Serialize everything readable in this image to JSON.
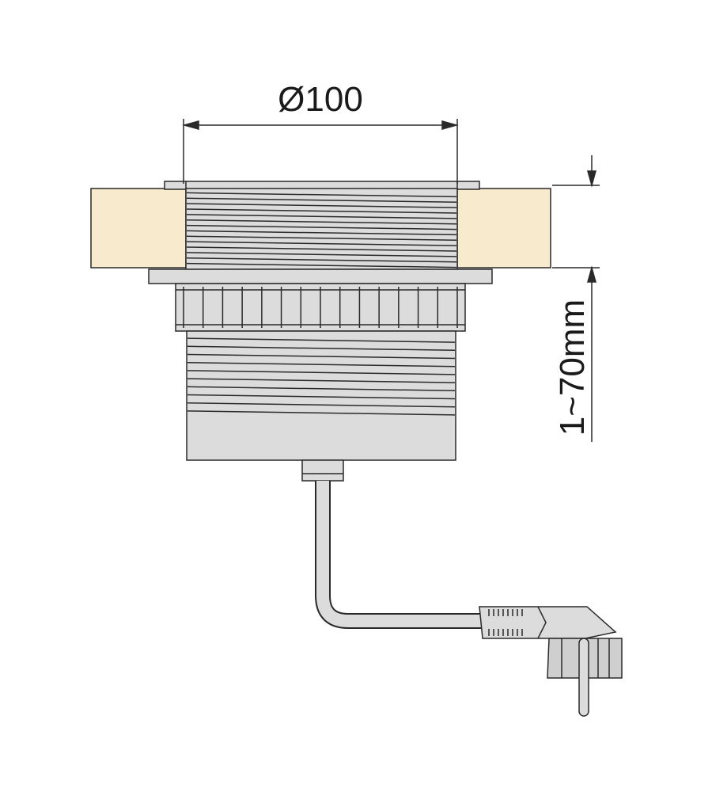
{
  "dimensions": {
    "diameter_label": "Ø100",
    "thickness_label": "1~70mm"
  },
  "colors": {
    "worktop": "#f8ebcd",
    "metal": "#dcdcdc",
    "metal_dark": "#cfcfcf",
    "line": "#2a2a2a"
  },
  "thread_lines_upper": 14,
  "thread_lines_lower": 10,
  "knurl_ridges": 15
}
